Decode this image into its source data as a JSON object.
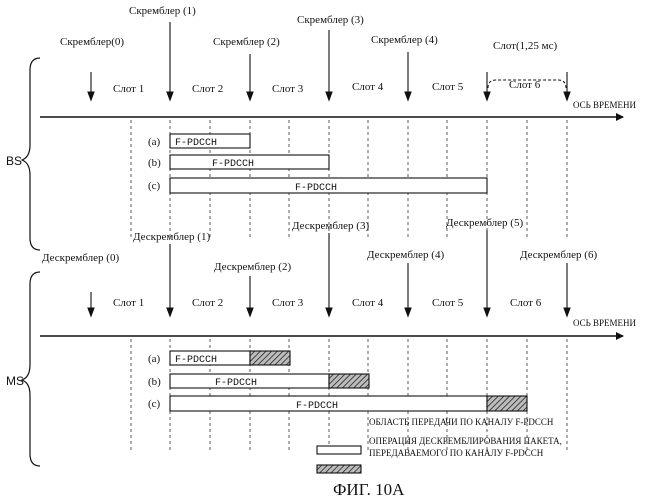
{
  "caption": "ФИГ. 10А",
  "axis_label": "ОСЬ ВРЕМЕНИ",
  "bs": {
    "side_label": "BS",
    "top_labels": [
      "Скремблер (1)",
      "Скремблер (3)",
      "Скремблер(0)",
      "Скремблер (2)",
      "Скремблер (4)"
    ],
    "slot_time_label": "Слот(1,25 мс)",
    "slots": [
      "Слот 1",
      "Слот 2",
      "Слот 3",
      "Слот 4",
      "Слот 5",
      "Слот 6"
    ],
    "rows": [
      {
        "tag": "(a)",
        "label": "F-PDCCH"
      },
      {
        "tag": "(b)",
        "label": "F-PDCCH"
      },
      {
        "tag": "(c)",
        "label": "F-PDCCH"
      }
    ]
  },
  "mid_labels": [
    "Дескремблер (1)",
    "Дескремблер (3)",
    "Дескремблер (5)",
    "Дескремблер (0)",
    "Дескремблер (2)",
    "Дескремблер (4)",
    "Дескремблер (6)"
  ],
  "ms": {
    "side_label": "MS",
    "slots": [
      "Слот 1",
      "Слот 2",
      "Слот 3",
      "Слот 4",
      "Слот 5",
      "Слот 6"
    ],
    "rows": [
      {
        "tag": "(a)",
        "label": "F-PDCCH"
      },
      {
        "tag": "(b)",
        "label": "F-PDCCH"
      },
      {
        "tag": "(c)",
        "label": "F-PDCCH"
      }
    ]
  },
  "legend": {
    "region_label": "ОБЛАСТЬ ПЕРЕДАЧИ ПО КАНАЛУ F-PDCCH",
    "op_line1": "ОПЕРАЦИЯ ДЕСКРЕМБЛИРОВАНИЯ ПАКЕТА,",
    "op_line2": "ПЕРЕДАВАЕМОГО ПО КАНАЛУ F-PDCCH"
  }
}
